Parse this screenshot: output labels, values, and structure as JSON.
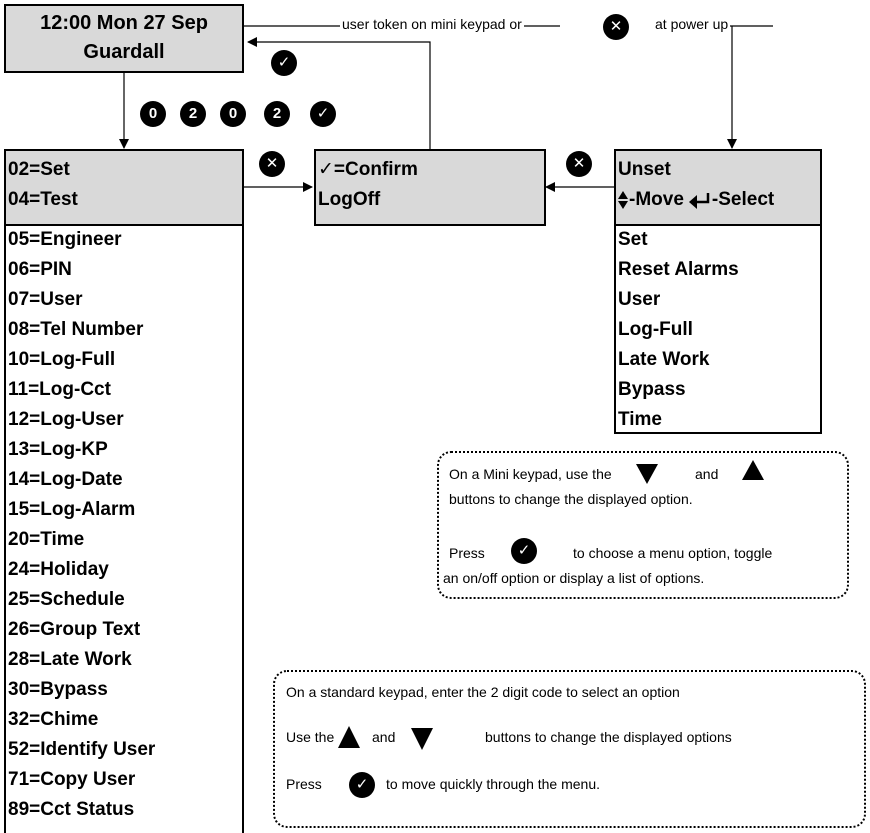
{
  "idle_display": {
    "line1": "12:00 Mon 27 Sep",
    "line2": "Guardall"
  },
  "note_top": {
    "before": "user token on mini keypad or",
    "after": "at power up"
  },
  "code_digits": [
    "0",
    "2",
    "0",
    "2"
  ],
  "confirm_box": {
    "check": "✓",
    "line1": "=Confirm",
    "line2": "LogOff"
  },
  "engineer_menu": {
    "header": [
      "02=Set",
      "04=Test"
    ],
    "items": [
      "05=Engineer",
      "06=PIN",
      "07=User",
      "08=Tel Number",
      "10=Log-Full",
      "11=Log-Cct",
      "12=Log-User",
      "13=Log-KP",
      "14=Log-Date",
      "15=Log-Alarm",
      "20=Time",
      "24=Holiday",
      "25=Schedule",
      "26=Group Text",
      "28=Late Work",
      "30=Bypass",
      "32=Chime",
      "52=Identify User",
      "71=Copy User",
      "89=Cct Status"
    ]
  },
  "user_menu": {
    "header_line1": "Unset",
    "header_line2": {
      "move": "-Move",
      "select": "-Select"
    },
    "items": [
      "Set",
      "Reset Alarms",
      "User",
      "Log-Full",
      "Late Work",
      "Bypass",
      "Time"
    ]
  },
  "mini_note": {
    "line1_a": "On a Mini keypad, use the",
    "line1_b": "and",
    "line2": "buttons to change the displayed option.",
    "line3_a": "Press",
    "line3_b": "to choose a menu option, toggle",
    "line4": "an on/off option or display a list of options."
  },
  "std_note": {
    "line1": "On a standard keypad, enter the 2 digit code to select an option",
    "line2_a": "Use the",
    "line2_b": "and",
    "line2_c": "buttons to change the displayed options",
    "line3_a": "Press",
    "line3_b": "to move quickly through the menu."
  },
  "icons": {
    "tick": "✓",
    "cross": "✕"
  },
  "colors": {
    "display_grey": "#d9d9d9",
    "ink": "#000000"
  }
}
